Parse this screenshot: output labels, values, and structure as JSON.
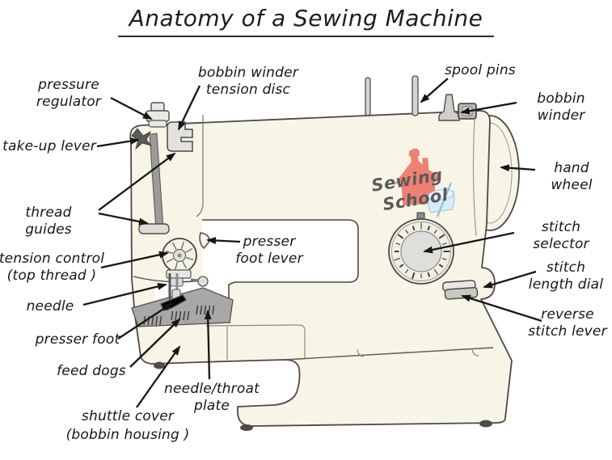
{
  "title": "Anatomy of a Sewing Machine",
  "logo": {
    "line1": "Sewing",
    "line2": "School"
  },
  "labels": {
    "pressure_regulator": "pressure\nregulator",
    "bobbin_winder_tension_disc": "bobbin winder\ntension disc",
    "spool_pins": "spool pins",
    "bobbin_winder": "bobbin winder",
    "take_up_lever": "take-up lever",
    "hand_wheel": "hand wheel",
    "thread_guides": "thread guides",
    "tension_control": "tension control\n(top thread )",
    "presser_foot_lever": "presser\nfoot lever",
    "stitch_selector": "stitch selector",
    "stitch_length_dial": "stitch\nlength dial",
    "reverse_stitch_lever": "reverse\nstitch lever",
    "needle": "needle",
    "presser_foot": "presser foot",
    "feed_dogs": "feed dogs",
    "needle_throat_plate": "needle/throat\nplate",
    "shuttle_cover": "shuttle cover\n(bobbin housing )"
  },
  "colors": {
    "body_cream": "#f8f4e6",
    "outline": "#4a4a4a",
    "plate_gray": "#a8a8a6",
    "logo_red": "#ee8174",
    "logo_blue": "#d6ecf7",
    "arrow_black": "#161616"
  }
}
